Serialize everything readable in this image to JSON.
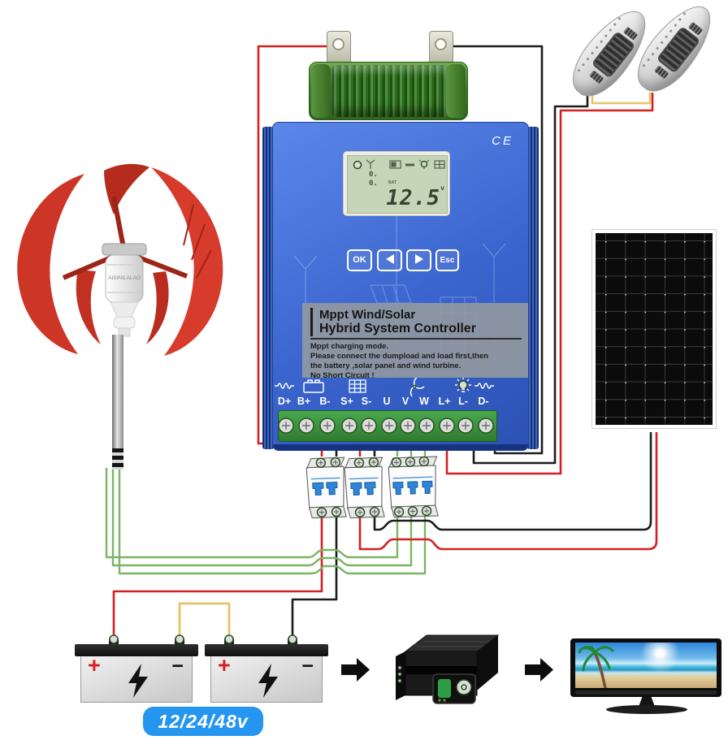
{
  "controller": {
    "ce_mark": "CE",
    "lcd": {
      "main_value": "12.5",
      "unit": "v",
      "aux_value_1": "0.",
      "aux_value_2": "0.",
      "bat_label": "BAT"
    },
    "buttons": {
      "ok": "OK",
      "esc": "Esc"
    },
    "label": {
      "title_line1": "Mppt Wind/Solar",
      "title_line2": "Hybrid System Controller",
      "instructions": [
        "Mppt charging mode.",
        "Please connect the dumpload and load first,then",
        "the battery ,solar panel and wind turbine.",
        "No Short Circuit !"
      ]
    },
    "terminals": [
      "D+",
      "B+",
      "B-",
      "S+",
      "S-",
      "U",
      "V",
      "W",
      "L+",
      "L-",
      "D-"
    ]
  },
  "wind_turbine": {
    "brand_label": "AISINILALAO"
  },
  "battery_bank": {
    "voltage_badge": "12/24/48v",
    "positive_sign": "+",
    "negative_sign": "−"
  },
  "colors": {
    "wire_red": "#d42020",
    "wire_black": "#1c1c1c",
    "wire_yellow": "#e6c268",
    "wire_green": "#7ab464",
    "controller_blue": "#3b6cd4",
    "badge_blue": "#2596f0"
  }
}
